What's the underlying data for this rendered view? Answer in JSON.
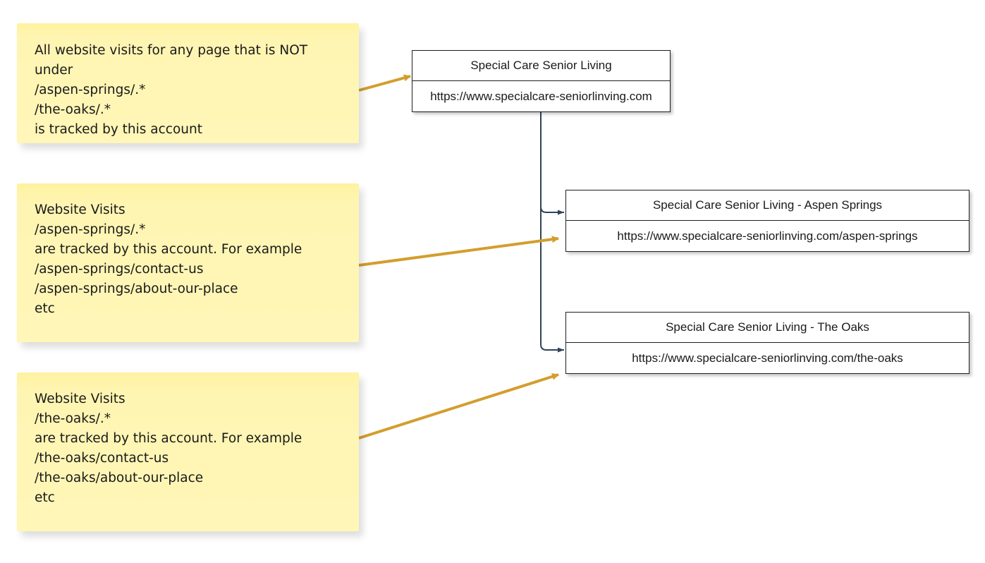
{
  "notes": [
    {
      "lines": [
        "All website visits for any page that is NOT",
        "under",
        "/aspen-springs/.*",
        "/the-oaks/.*",
        "is tracked by this account"
      ]
    },
    {
      "lines": [
        "Website Visits",
        "/aspen-springs/.*",
        "are tracked by this account. For example",
        "/aspen-springs/contact-us",
        "/aspen-springs/about-our-place",
        "etc"
      ]
    },
    {
      "lines": [
        "Website Visits",
        "/the-oaks/.*",
        "are tracked by this account. For example",
        "/the-oaks/contact-us",
        "/the-oaks/about-our-place",
        "etc"
      ]
    }
  ],
  "accounts": {
    "main": {
      "title": "Special Care Senior Living",
      "url": "https://www.specialcare-seniorlinving.com"
    },
    "aspen": {
      "title": "Special Care Senior Living - Aspen Springs",
      "url": "https://www.specialcare-seniorlinving.com/aspen-springs"
    },
    "oaks": {
      "title": "Special Care Senior Living - The Oaks",
      "url": "https://www.specialcare-seniorlinving.com/the-oaks"
    }
  },
  "colors": {
    "note_arrow": "#d39e2e",
    "tree_connector": "#2e4459"
  }
}
